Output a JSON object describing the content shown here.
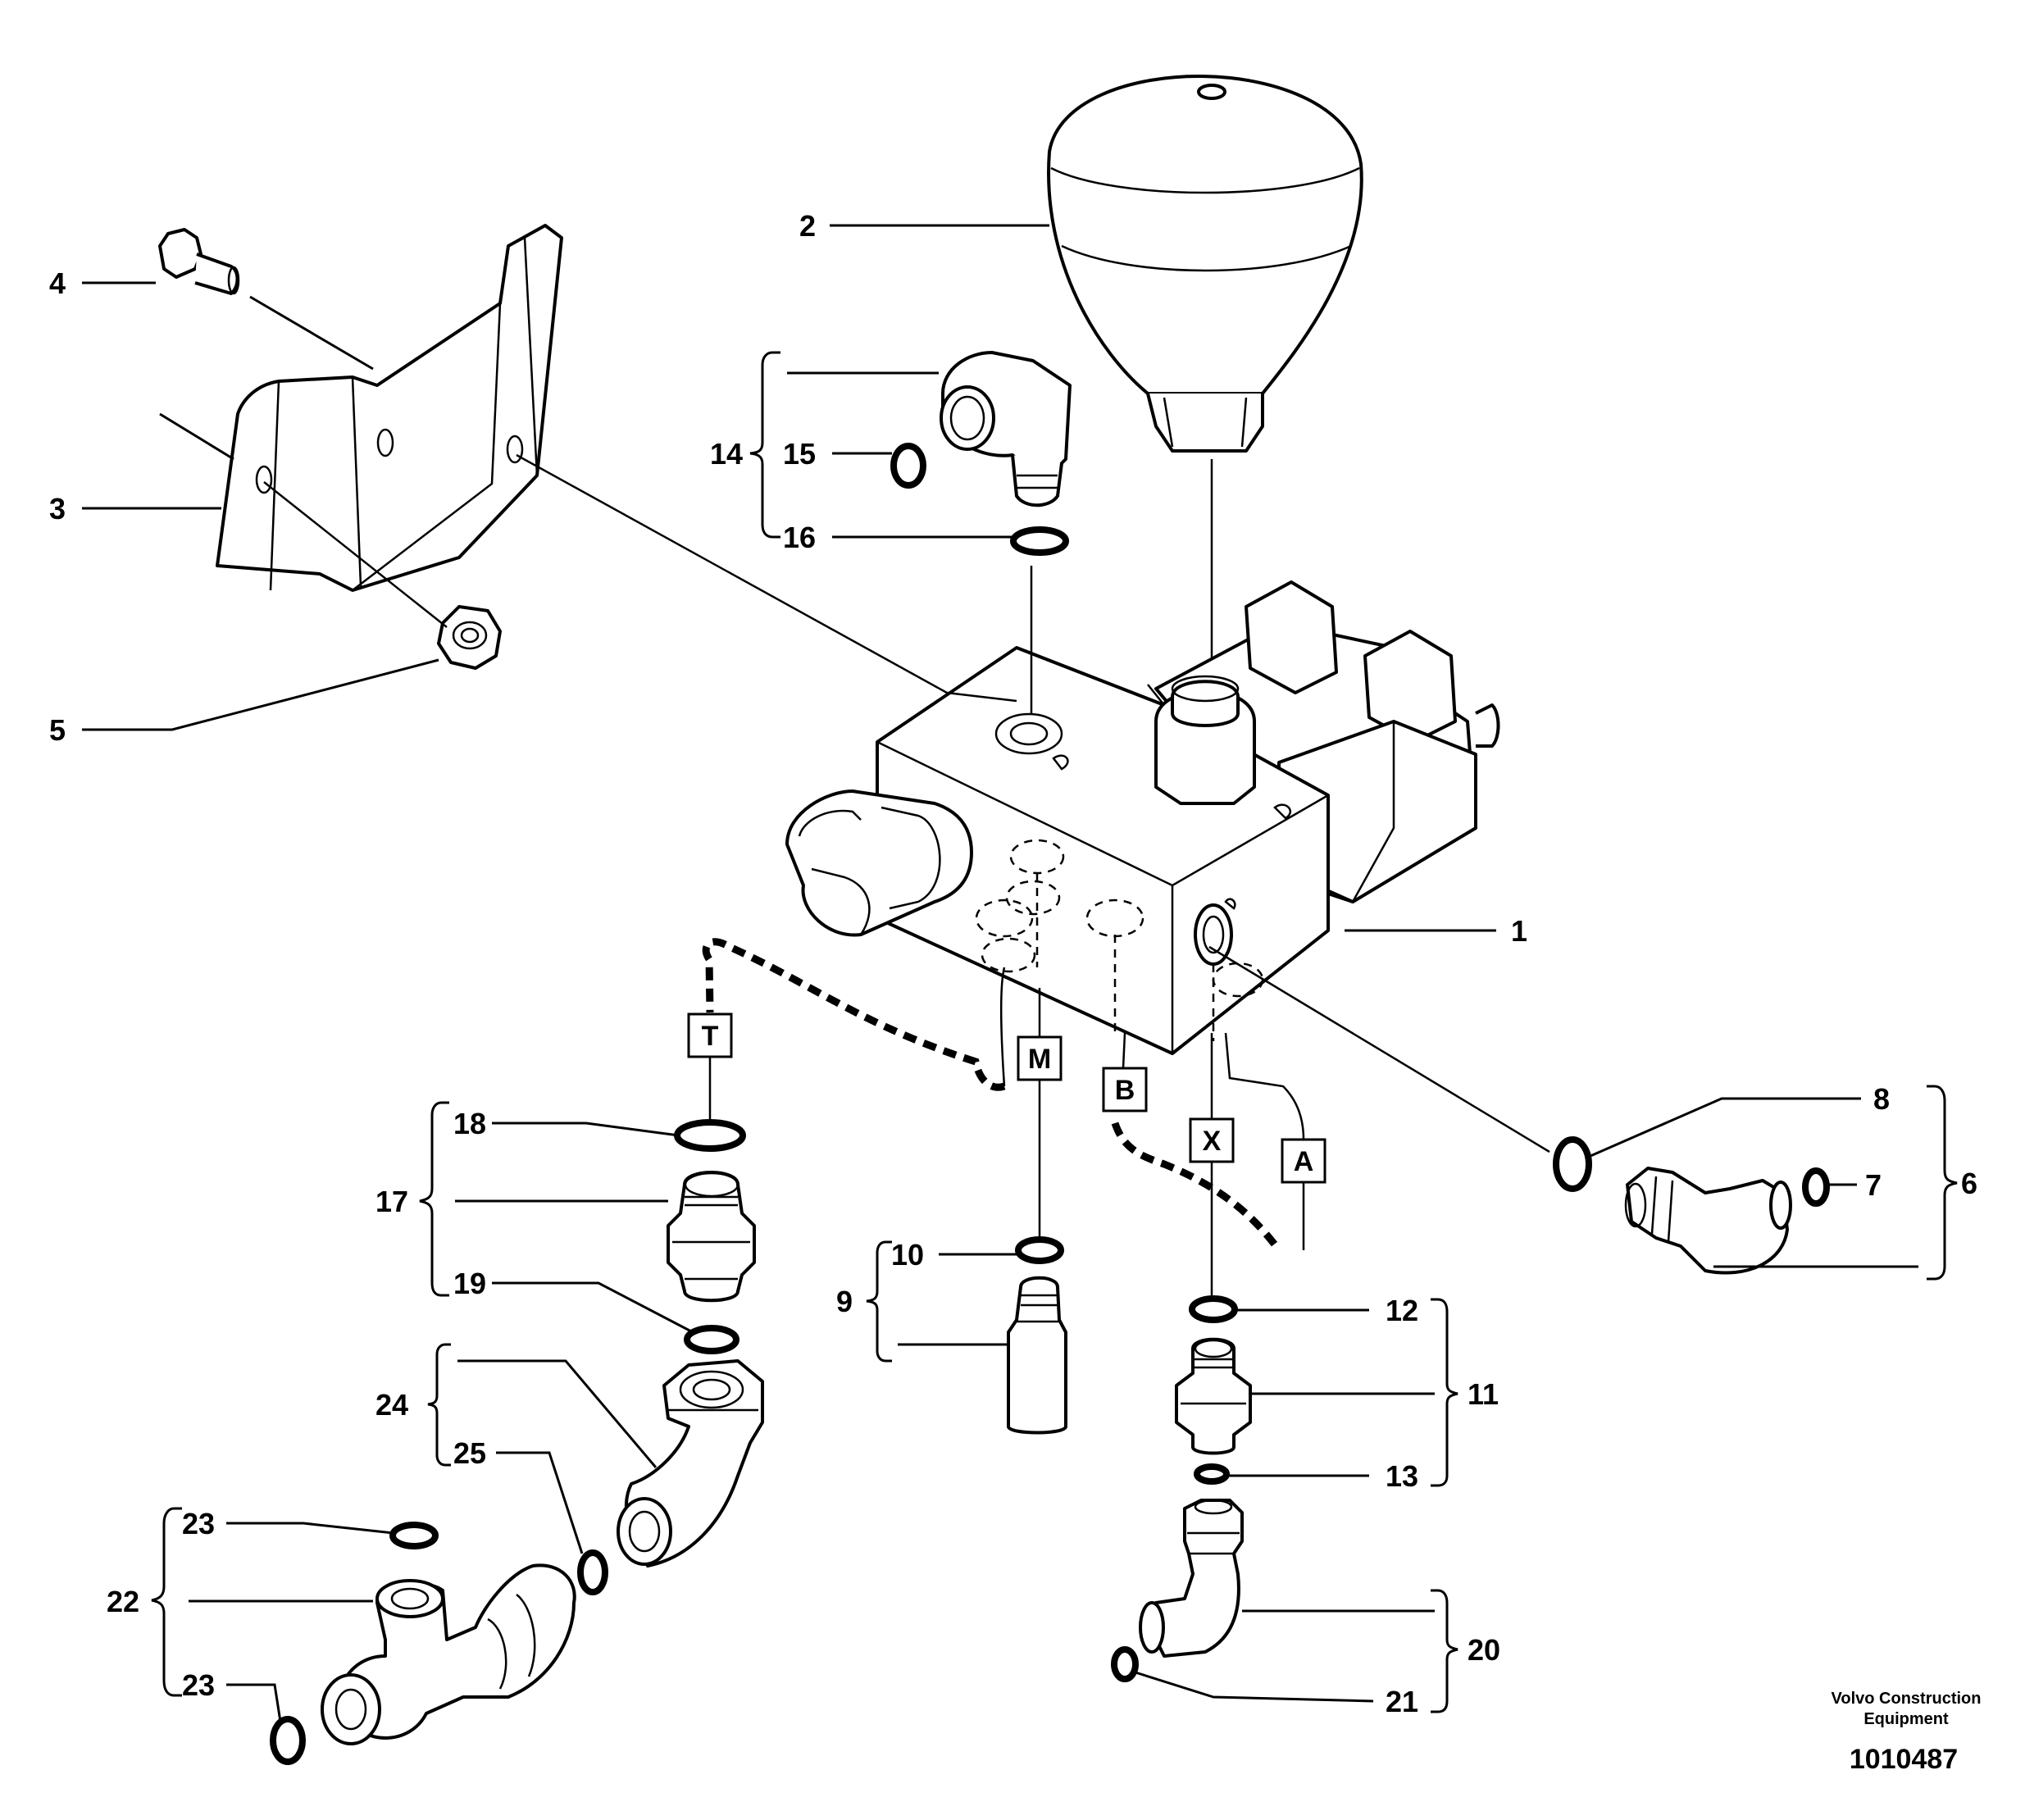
{
  "diagram": {
    "item_numbers": [
      "1",
      "2",
      "3",
      "4",
      "5",
      "6",
      "7",
      "8",
      "9",
      "10",
      "11",
      "12",
      "13",
      "14",
      "15",
      "16",
      "17",
      "18",
      "19",
      "20",
      "21",
      "22",
      "23",
      "23",
      "24",
      "25"
    ],
    "port_labels": [
      "T",
      "M",
      "B",
      "X",
      "A"
    ],
    "manufacturer_line1": "Volvo Construction",
    "manufacturer_line2": "Equipment",
    "drawing_number": "1010487"
  }
}
